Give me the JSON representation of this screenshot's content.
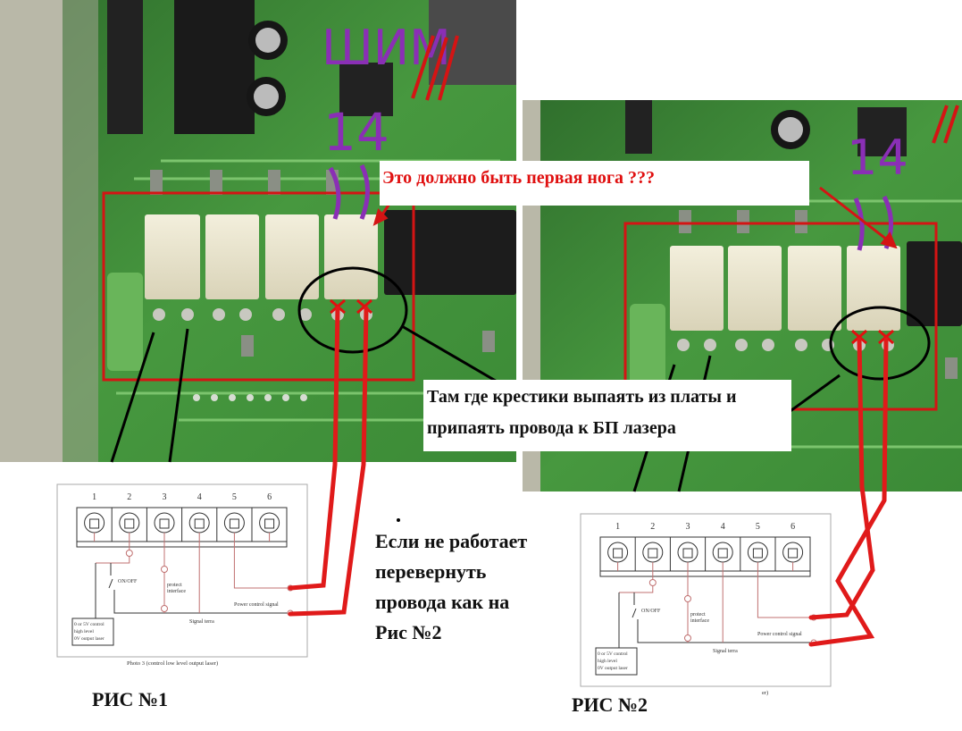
{
  "annotations": {
    "first_leg_note": "Это должно быть первая нога ???",
    "solder_note_line1": "Там где крестики выпаять из платы и",
    "solder_note_line2": "припаять провода к БП лазера",
    "swap_note": [
      "Если не работает",
      "перевернуть",
      "провода как на",
      "Рис №2"
    ],
    "fig1_label": "РИС №1",
    "fig2_label": "РИС №2",
    "pwm_mark": "ШИМ",
    "pin14_mark_1": "14",
    "pin14_mark_2": "14"
  },
  "diagram": {
    "pin_numbers": [
      "1",
      "2",
      "3",
      "4",
      "5",
      "6"
    ],
    "on_off": "ON/OFF",
    "protect": [
      "protect",
      "interface"
    ],
    "power_control": "Power control signal",
    "signal_terra": "Signal terra",
    "control_box": [
      "0 or 5V  control",
      "high level",
      "0V  output laser"
    ],
    "caption_1": "Photo 3      (control low level output laser)",
    "caption_2": "er)"
  },
  "colors": {
    "pcb": "#3f8f3a",
    "annotation_red": "#e01010",
    "annotation_purple": "#8a2fb5",
    "wire_red": "#e01a1a"
  }
}
